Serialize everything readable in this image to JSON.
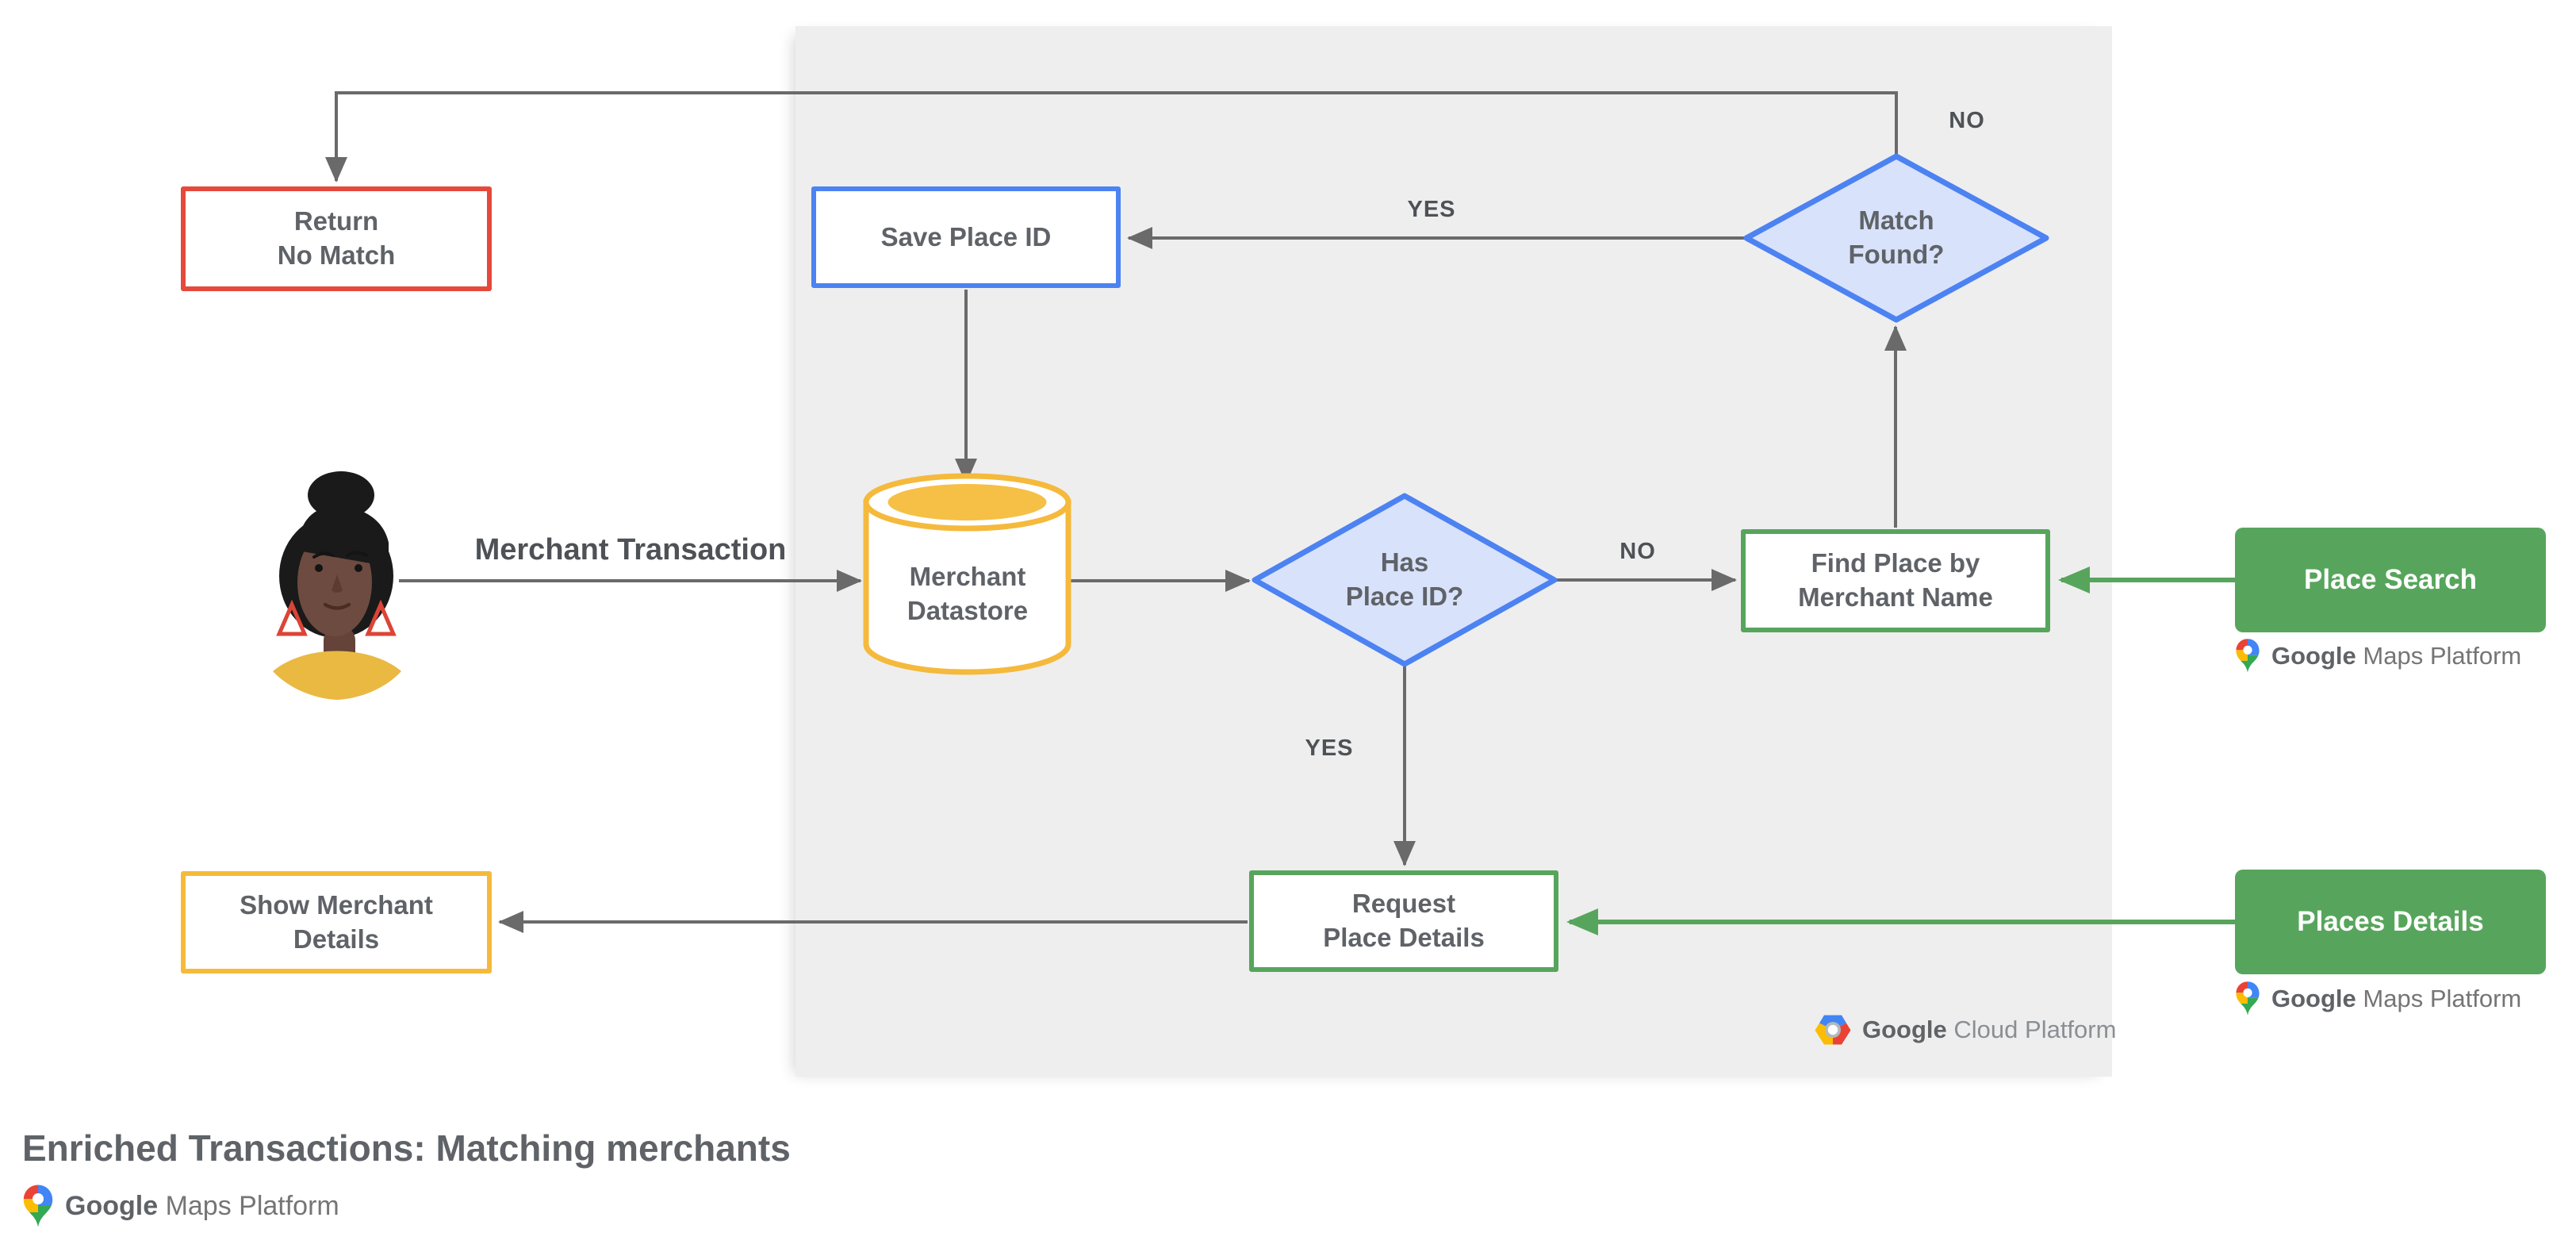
{
  "title": "Enriched Transactions: Matching merchants",
  "nodes": {
    "return_no_match": {
      "line1": "Return",
      "line2": "No Match"
    },
    "save_place_id": {
      "label": "Save Place ID"
    },
    "match_found": {
      "line1": "Match",
      "line2": "Found?"
    },
    "merchant_datastore": {
      "line1": "Merchant",
      "line2": "Datastore"
    },
    "has_place_id": {
      "line1": "Has",
      "line2": "Place ID?"
    },
    "find_place": {
      "line1": "Find Place by",
      "line2": "Merchant Name"
    },
    "request_place_details": {
      "line1": "Request",
      "line2": "Place Details"
    },
    "show_merchant_details": {
      "line1": "Show Merchant",
      "line2": "Details"
    },
    "place_search": {
      "label": "Place Search"
    },
    "places_details": {
      "label": "Places Details"
    }
  },
  "edge_labels": {
    "no_top": "NO",
    "yes_top": "YES",
    "no_mid": "NO",
    "yes_mid": "YES",
    "merchant_transaction": "Merchant Transaction"
  },
  "logos": {
    "gcp": {
      "google": "Google",
      "product": "Cloud Platform"
    },
    "gmp": {
      "google": "Google",
      "product": "Maps Platform"
    }
  },
  "colors": {
    "red": "#e5493b",
    "blue": "#4c82f2",
    "diamond_fill": "#d8e2fa",
    "yellow": "#f6ba3b",
    "yellow_fill": "#f5c045",
    "green": "#57a55c",
    "line_gray": "#6a6a6a",
    "panel_gray": "#eeeeee",
    "text_gray": "#5f6368"
  }
}
